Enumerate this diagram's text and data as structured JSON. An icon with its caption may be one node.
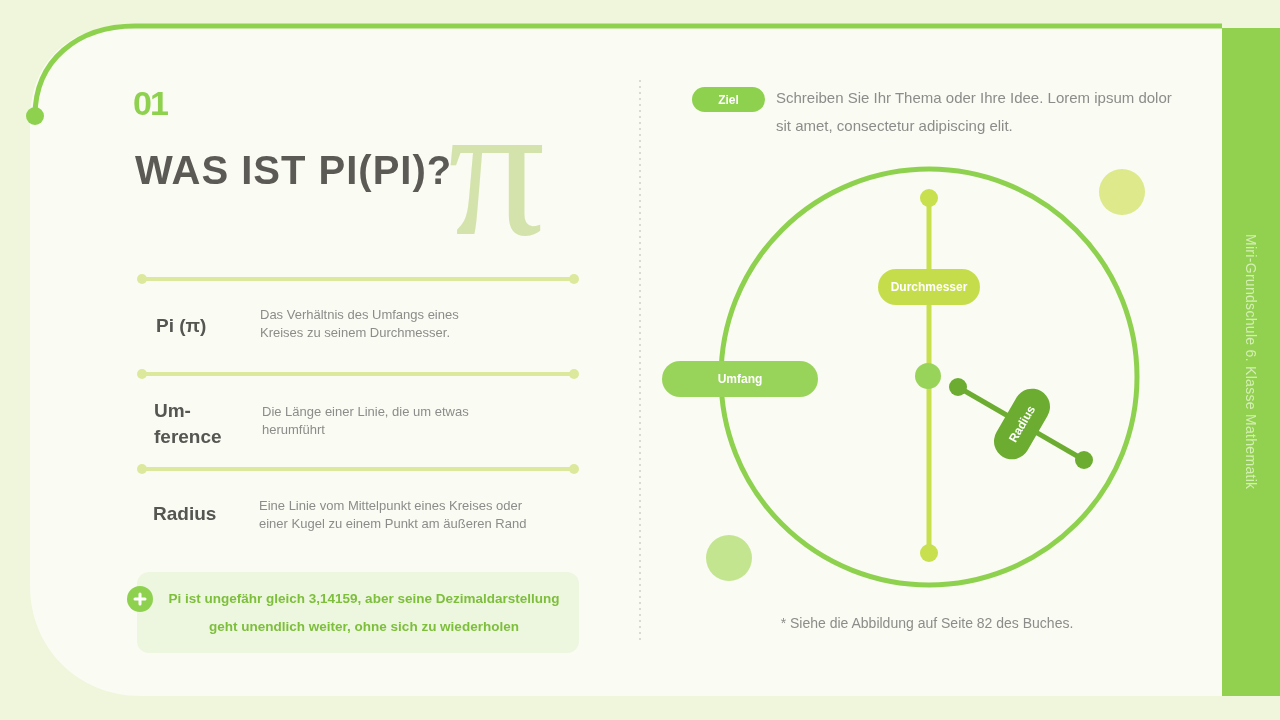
{
  "diagram": {
    "title": "WAS IST PI(PI)?",
    "nodes": [
      {
        "text": [
          "Pi ist ungefähr gleich 3,14159, aber seine Dezimaldarstellung geht unendlich weiter, ohne sich zu wiederholen"
        ]
      },
      {
        "text": [
          "Ziel"
        ],
        "beside": [
          "Schreiben Sie Ihr Thema oder Ihre Idee. Lorem ipsum dolor sit amet, consectetur adipiscing elit."
        ]
      },
      {
        "text": [
          "Durchmesser"
        ]
      },
      {
        "text": [
          "Umfang"
        ]
      },
      {
        "text": [
          "Radius"
        ]
      },
      {
        "text": [
          "Miri-Grundschule 6. Klasse Mathematik"
        ]
      }
    ],
    "labels": [
      "01",
      "π",
      "Pi (π)",
      "Das Verhältnis des Umfangs eines Kreises zu seinem Durchmesser.",
      "Um- ference",
      "Die Länge einer Linie, die um etwas herumführt",
      "Radius",
      "Eine Linie vom Mittelpunkt eines Kreises oder einer Kugel zu einem Punkt am äußeren Rand",
      "* Siehe die Abbildung auf Seite 82 des Buches."
    ]
  }
}
